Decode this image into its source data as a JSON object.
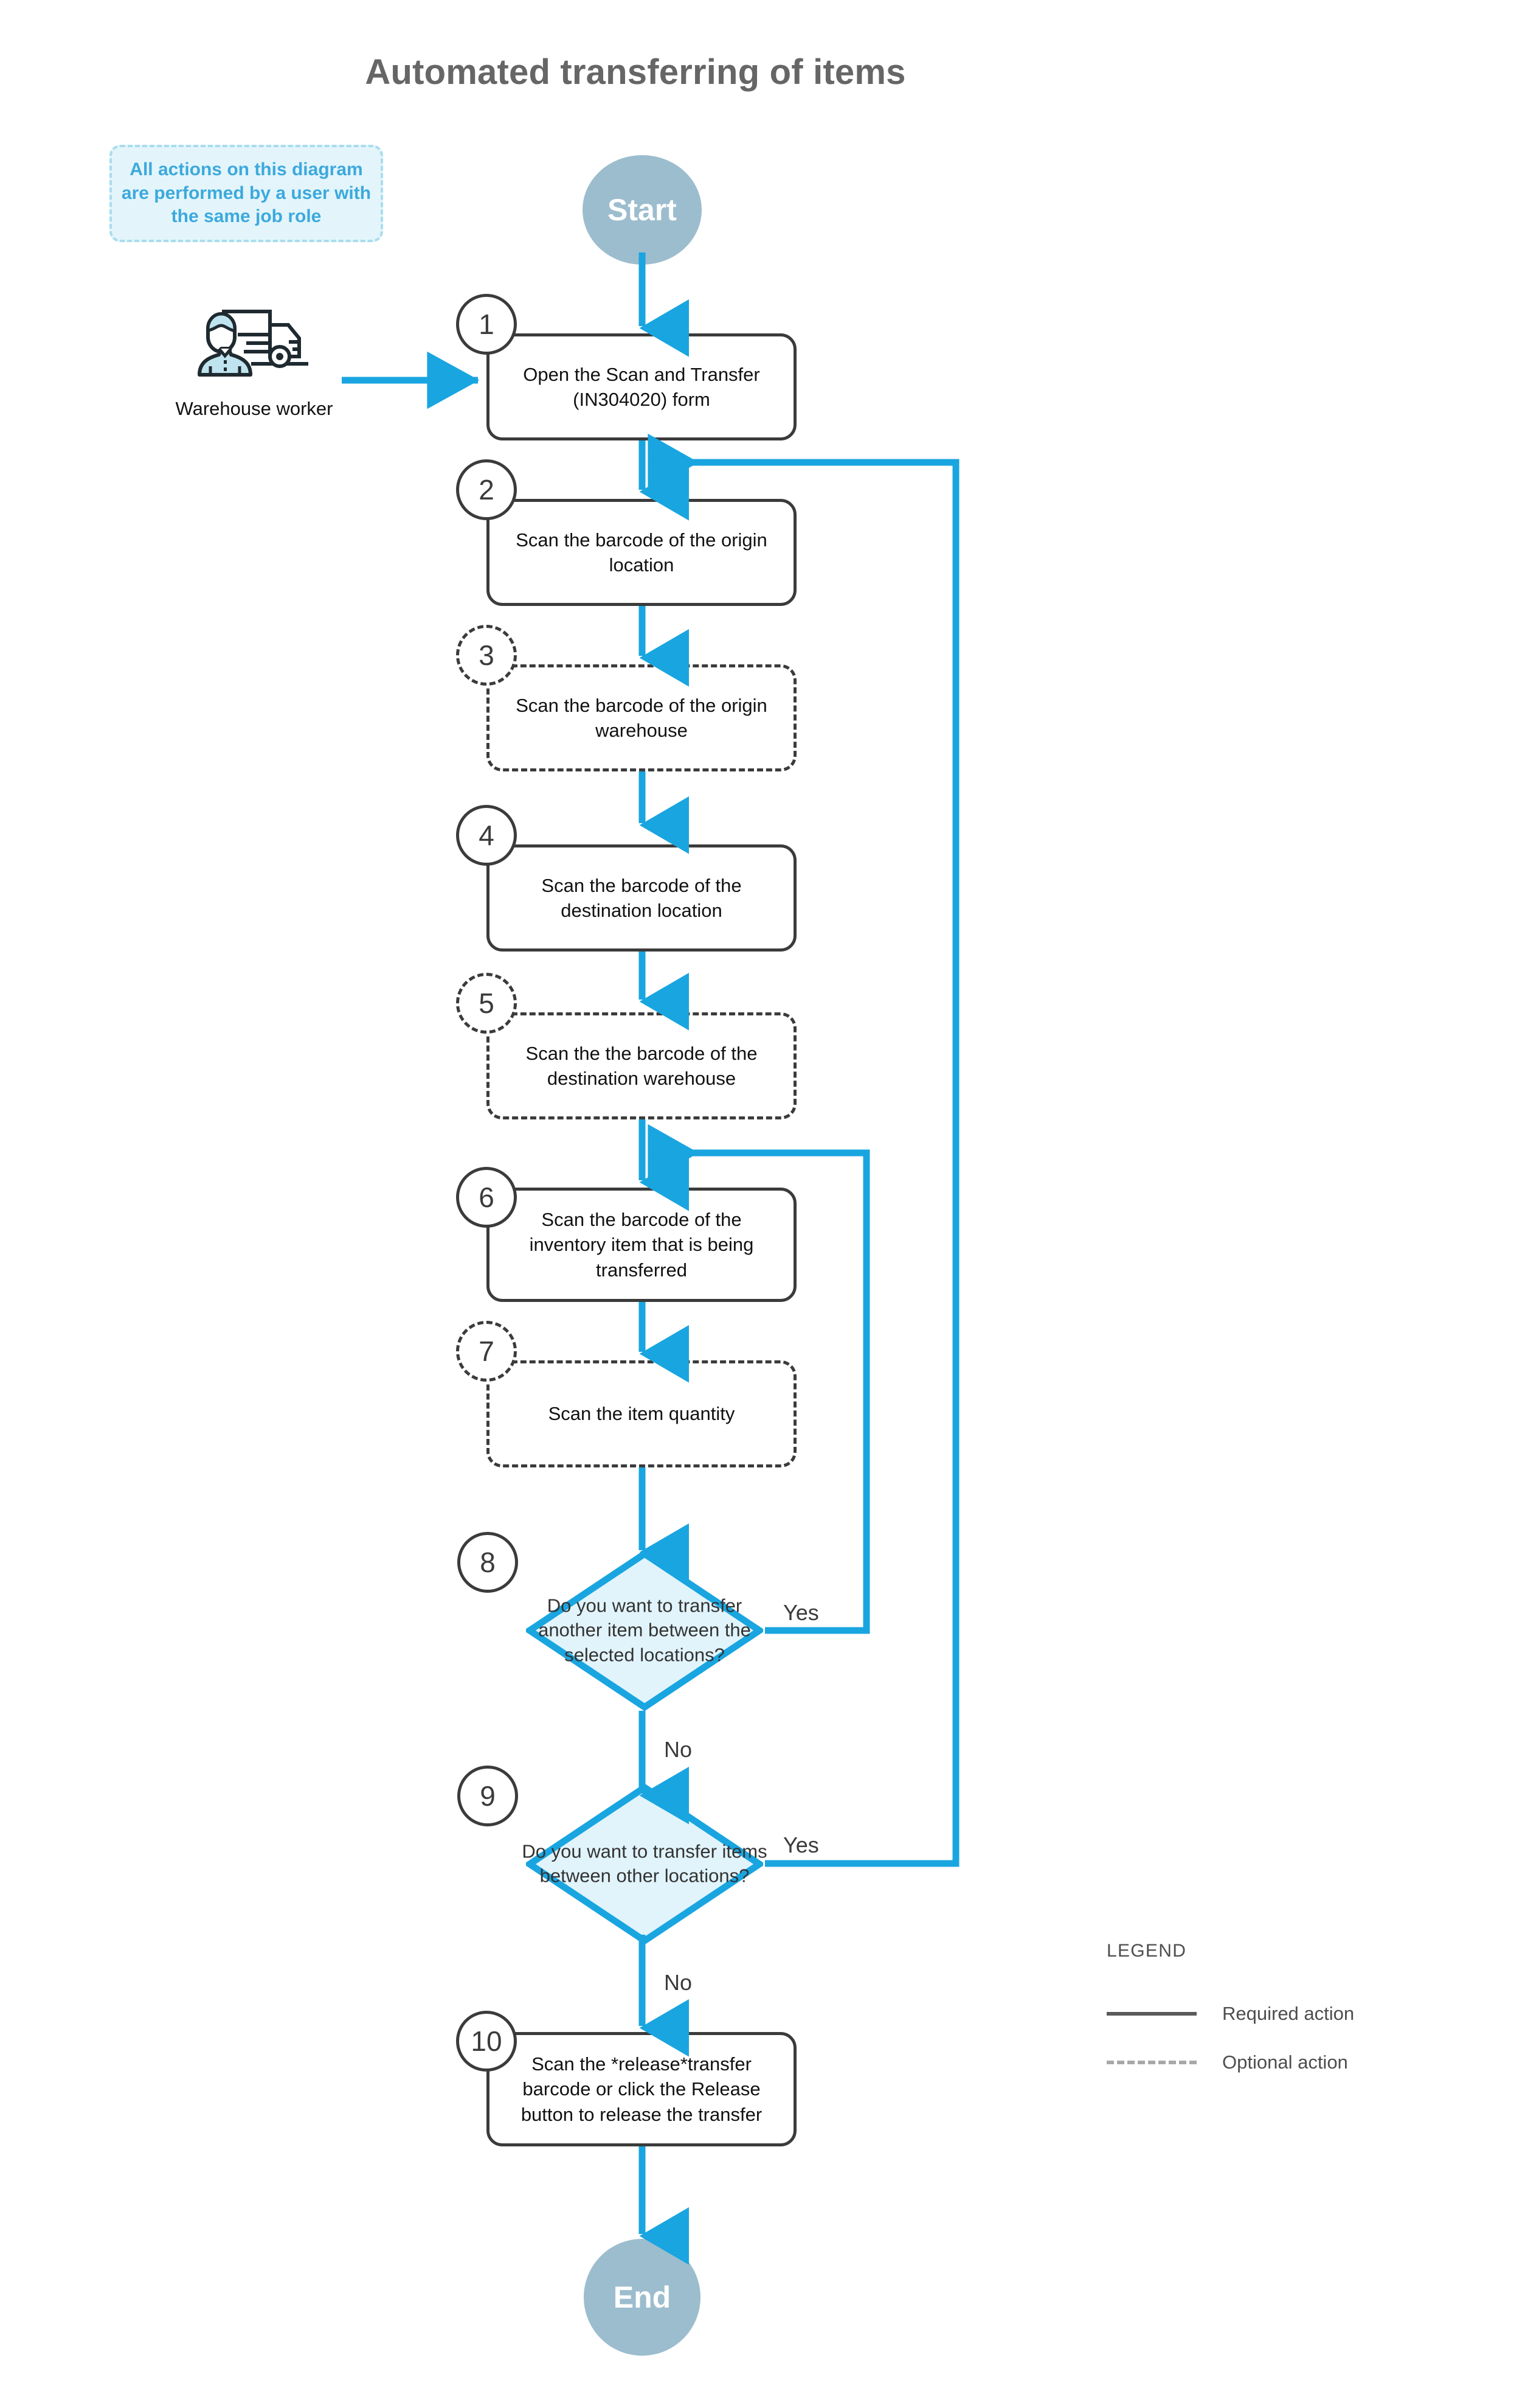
{
  "title": "Automated transferring of items",
  "note": {
    "text": "All actions on this diagram are performed by a user with the same job role"
  },
  "actor": {
    "name": "warehouse-worker",
    "label": "Warehouse worker"
  },
  "terminals": {
    "start": "Start",
    "end": "End"
  },
  "steps": [
    {
      "number": "1",
      "text": "Open the Scan and Transfer (IN304020) form",
      "type": "required"
    },
    {
      "number": "2",
      "text": "Scan the barcode of the origin location",
      "type": "required"
    },
    {
      "number": "3",
      "text": "Scan the barcode of the origin warehouse",
      "type": "optional"
    },
    {
      "number": "4",
      "text": "Scan the barcode of the destination location",
      "type": "required"
    },
    {
      "number": "5",
      "text": "Scan the the barcode of the destination warehouse",
      "type": "optional"
    },
    {
      "number": "6",
      "text": "Scan the barcode of the inventory item that is being transferred",
      "type": "required"
    },
    {
      "number": "7",
      "text": "Scan the item quantity",
      "type": "optional"
    },
    {
      "number": "10",
      "text": "Scan the *release*transfer barcode or click the Release button to release the transfer",
      "type": "required"
    }
  ],
  "decisions": [
    {
      "number": "8",
      "text": "Do you want to transfer another item between the selected locations?",
      "yes_label": "Yes",
      "no_label": "No"
    },
    {
      "number": "9",
      "text": "Do you want to transfer items between other locations?",
      "yes_label": "Yes",
      "no_label": "No"
    }
  ],
  "legend": {
    "title": "LEGEND",
    "items": [
      {
        "style": "solid",
        "label": "Required action"
      },
      {
        "style": "dashed",
        "label": "Optional action"
      }
    ]
  },
  "colors": {
    "accent_blue": "#19a5e0",
    "terminal_fill": "#9cbdce",
    "decision_fill": "#e1f4fc",
    "decision_stroke": "#19a5e0",
    "box_stroke": "#3b3b3b",
    "note_fill": "#e3f5fb",
    "note_stroke": "#a9dcee",
    "note_text": "#3ca9dd",
    "title_text": "#666666"
  }
}
